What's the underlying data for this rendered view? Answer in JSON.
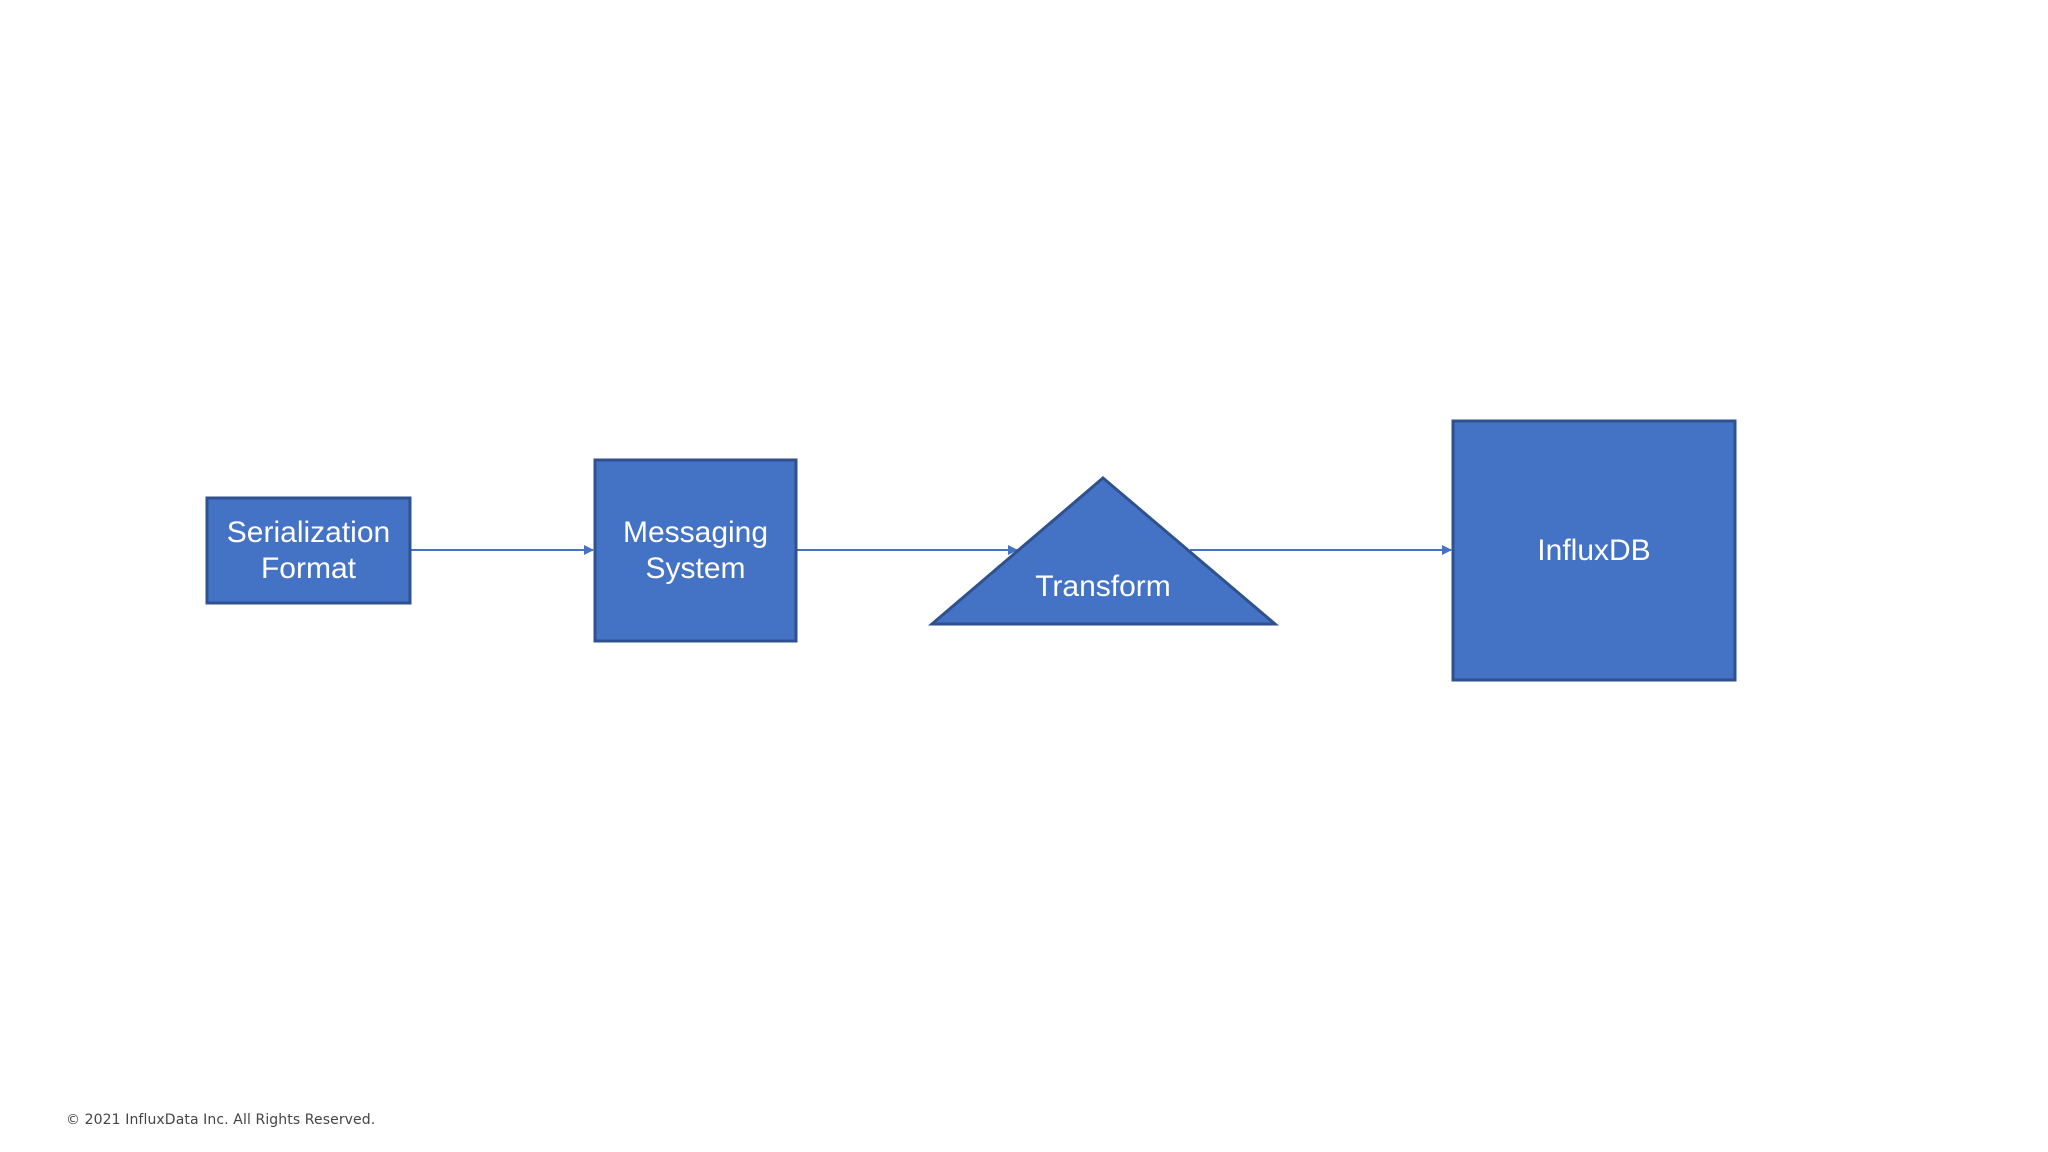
{
  "diagram": {
    "colors": {
      "node_fill": "#4472c4",
      "node_stroke": "#2f528f",
      "edge": "#4472c4",
      "text": "#ffffff"
    },
    "nodes": [
      {
        "id": "serialization",
        "shape": "rectangle",
        "label": "Serialization\nFormat"
      },
      {
        "id": "messaging",
        "shape": "rectangle",
        "label": "Messaging\nSystem"
      },
      {
        "id": "transform",
        "shape": "triangle",
        "label": "Transform"
      },
      {
        "id": "influxdb",
        "shape": "rectangle",
        "label": "InfluxDB"
      }
    ],
    "edges": [
      {
        "from": "serialization",
        "to": "messaging"
      },
      {
        "from": "messaging",
        "to": "transform"
      },
      {
        "from": "transform",
        "to": "influxdb"
      }
    ]
  },
  "footer": {
    "copyright": "© 2021  InfluxData Inc. All Rights Reserved."
  }
}
